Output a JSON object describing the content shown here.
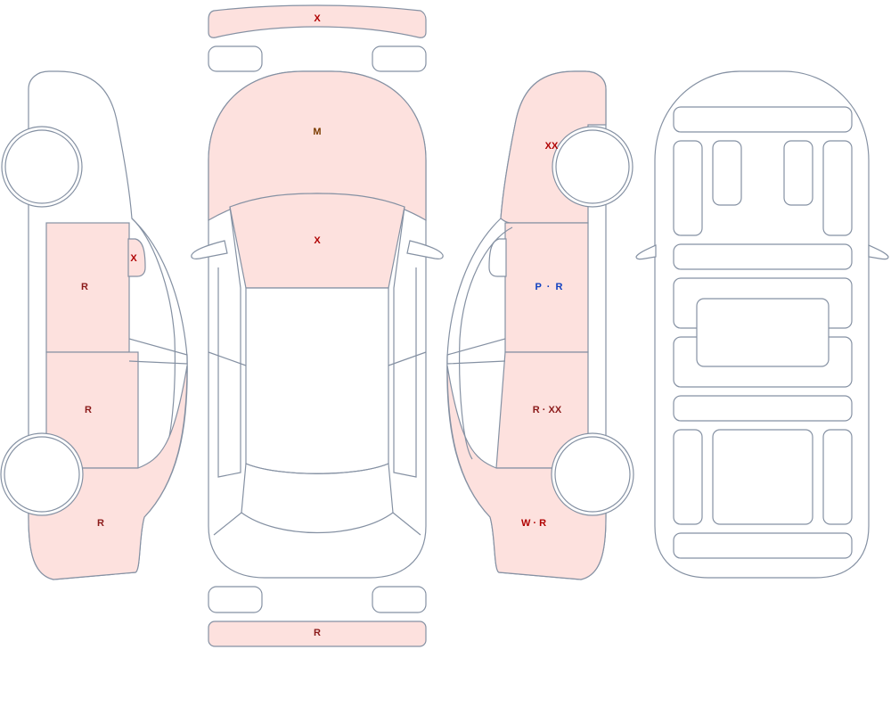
{
  "colors": {
    "damaged_fill": "#fde1de",
    "outline": "#8591a3",
    "mark_red": "#b00000",
    "mark_brown": "#7a3b00",
    "mark_dark_red": "#8b1a1a",
    "mark_blue": "#1040c0"
  },
  "panels": {
    "front_bumper": {
      "damaged": true,
      "code": "X"
    },
    "hood": {
      "damaged": true,
      "code": "M"
    },
    "windshield": {
      "damaged": true,
      "code": "X"
    },
    "rear_bumper": {
      "damaged": true,
      "code": "R"
    },
    "left_mirror": {
      "damaged": true,
      "code": "X"
    },
    "left_front_door": {
      "damaged": true,
      "code": "R"
    },
    "left_rear_door": {
      "damaged": true,
      "code": "R"
    },
    "left_rear_quarter": {
      "damaged": true,
      "code": "R"
    },
    "right_front_fender": {
      "damaged": true,
      "code": "XX"
    },
    "right_front_door": {
      "damaged": true,
      "code_p": "P",
      "separator": "·",
      "code_r": "R"
    },
    "right_rear_door": {
      "damaged": true,
      "code": "R · XX"
    },
    "right_rear_quarter": {
      "damaged": true,
      "code": "W · R"
    }
  }
}
